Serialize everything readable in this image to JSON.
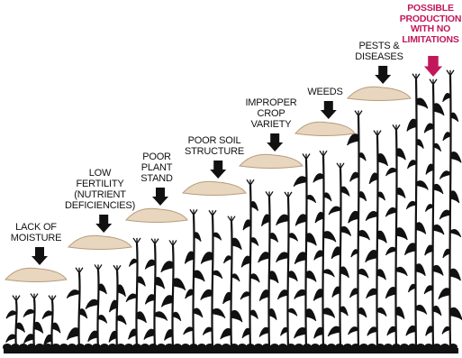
{
  "diagram": {
    "colors": {
      "background": "#ffffff",
      "plant": "#111111",
      "soil": "#111111",
      "arrow": "#111111",
      "goal_arrow": "#c2185b",
      "goal_text": "#c2185b",
      "sack": "#e8d6bf",
      "sack_outline": "#b89c7a"
    },
    "steps": [
      {
        "label": "LACK OF\nMOISTURE",
        "relative_yield": 0.18
      },
      {
        "label": "LOW\nFERTILITY\n(NUTRIENT\nDEFICIENCIES)",
        "relative_yield": 0.3
      },
      {
        "label": "POOR\nPLANT\nSTAND",
        "relative_yield": 0.4
      },
      {
        "label": "POOR SOIL\nSTRUCTURE",
        "relative_yield": 0.5
      },
      {
        "label": "IMPROPER\nCROP\nVARIETY",
        "relative_yield": 0.6
      },
      {
        "label": "WEEDS",
        "relative_yield": 0.72
      },
      {
        "label": "PESTS &\nDISEASES",
        "relative_yield": 0.85
      },
      {
        "label": "POSSIBLE\nPRODUCTION\nWITH NO\nLIMITATIONS",
        "relative_yield": 1.0,
        "goal": true
      }
    ]
  }
}
